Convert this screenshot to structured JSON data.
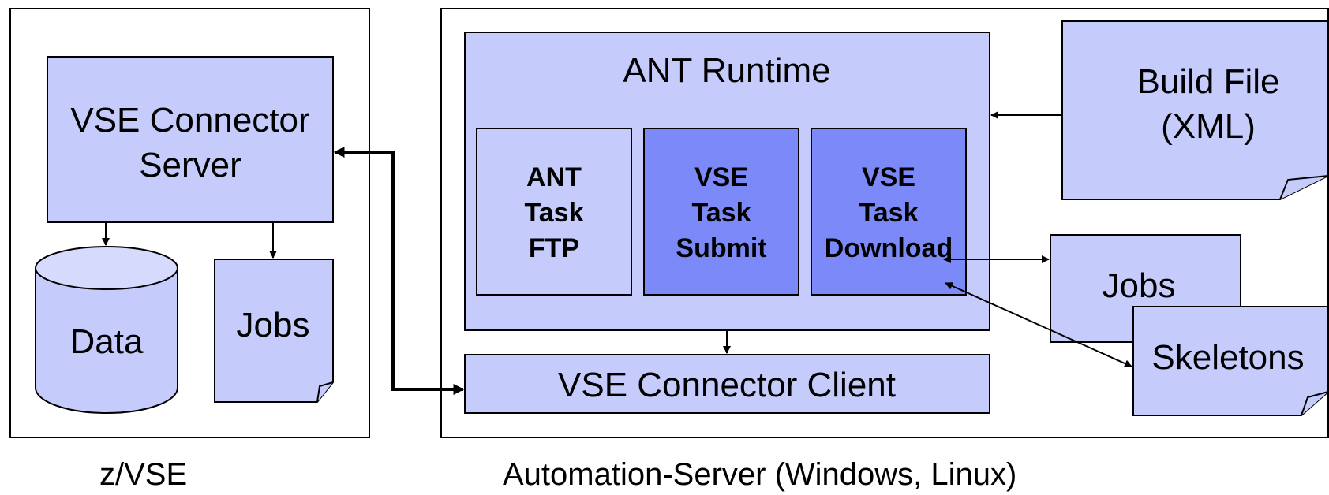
{
  "panels": {
    "left_caption": "z/VSE",
    "right_caption": "Automation-Server (Windows, Linux)"
  },
  "zvse": {
    "server_line1": "VSE Connector",
    "server_line2": "Server",
    "data": "Data",
    "jobs": "Jobs"
  },
  "runtime": {
    "title": "ANT Runtime",
    "task_ftp": [
      "ANT",
      "Task",
      "FTP"
    ],
    "task_submit": [
      "VSE",
      "Task",
      "Submit"
    ],
    "task_download": [
      "VSE",
      "Task",
      "Download"
    ],
    "client": "VSE Connector Client"
  },
  "files": {
    "build_line1": "Build File",
    "build_line2": "(XML)",
    "jobs": "Jobs",
    "skeletons": "Skeletons"
  },
  "colors": {
    "box_fill": "#c5cbfb",
    "task_fill_dark": "#7b8af8",
    "stroke": "#000000"
  }
}
